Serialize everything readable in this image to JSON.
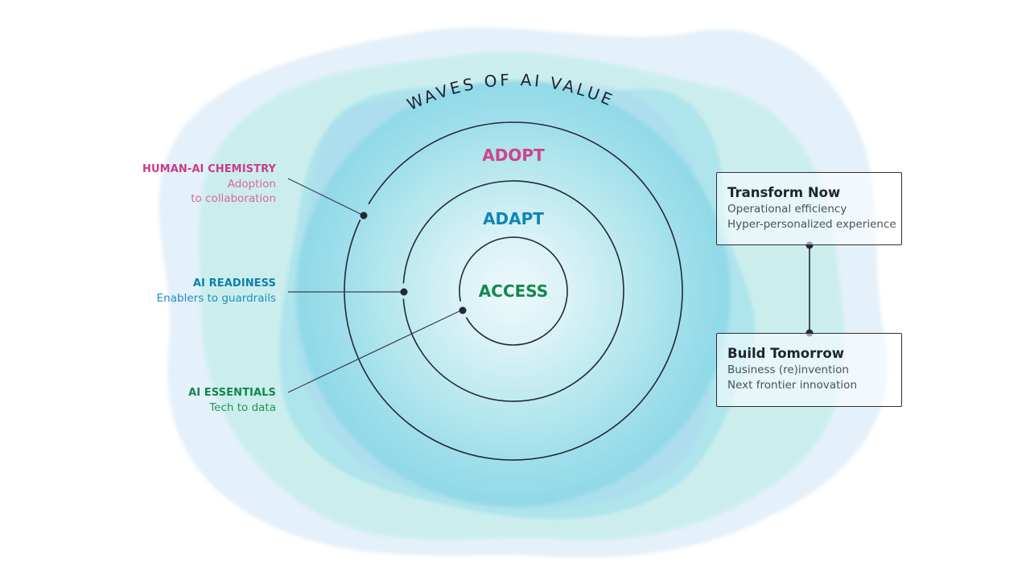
{
  "title": "WAVES OF AI VALUE",
  "rings": [
    {
      "label": "ADOPT",
      "color": "#d1428a"
    },
    {
      "label": "ADAPT",
      "color": "#0f86b8"
    },
    {
      "label": "ACCESS",
      "color": "#13894a"
    }
  ],
  "callouts": [
    {
      "title": "HUMAN-AI CHEMISTRY",
      "lines": [
        "Adoption",
        "to collaboration"
      ],
      "color": "#cc3b88",
      "sub_color": "#d9679f"
    },
    {
      "title": "AI READINESS",
      "lines": [
        "Enablers to guardrails"
      ],
      "color": "#0c7fb0",
      "sub_color": "#1a8fbf"
    },
    {
      "title": "AI ESSENTIALS",
      "lines": [
        "Tech to data"
      ],
      "color": "#12874a",
      "sub_color": "#1f9656"
    }
  ],
  "boxes": [
    {
      "title": "Transform Now",
      "lines": [
        "Operational efficiency",
        "Hyper-personalized experience"
      ]
    },
    {
      "title": "Build Tomorrow",
      "lines": [
        "Business (re)invention",
        "Next frontier innovation"
      ]
    }
  ],
  "colors": {
    "line": "#232936",
    "wave_cyan": "#7fd6e4",
    "wave_mint": "#a6eadb",
    "wave_lavender": "#b9d4f3"
  }
}
